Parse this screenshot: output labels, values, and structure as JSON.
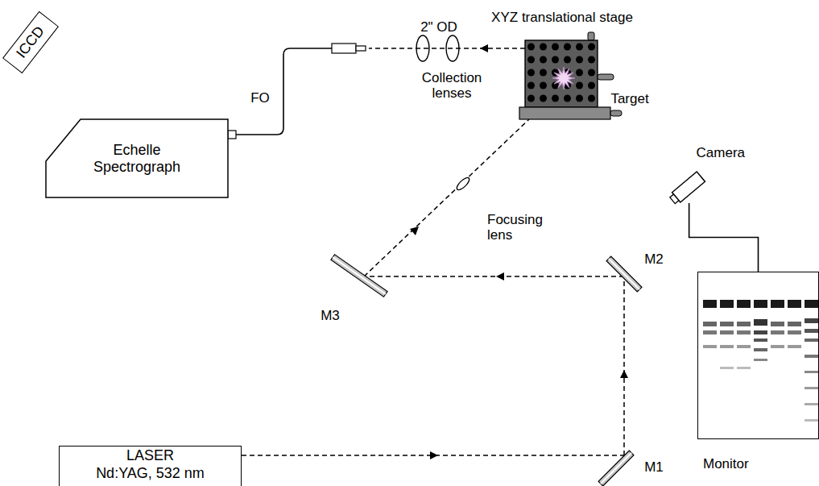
{
  "diagram": {
    "nodes": [
      {
        "text": [
          "ICCD"
        ]
      },
      {
        "text": [
          "Echelle Spectrograph"
        ]
      },
      {
        "text": [
          "Camera"
        ]
      },
      {
        "text": [
          "Monitor"
        ]
      },
      {
        "text": [
          "LASER",
          "Nd:YAG, 532 nm"
        ]
      }
    ],
    "edges": [
      {
        "from": 2,
        "to": 3,
        "arrow": "none"
      }
    ],
    "labels": [
      "XYZ translational stage",
      "2\" OD",
      "Target",
      "Collection lenses",
      "FO",
      "Focusing lens",
      "M3",
      "M2",
      "M1"
    ]
  }
}
